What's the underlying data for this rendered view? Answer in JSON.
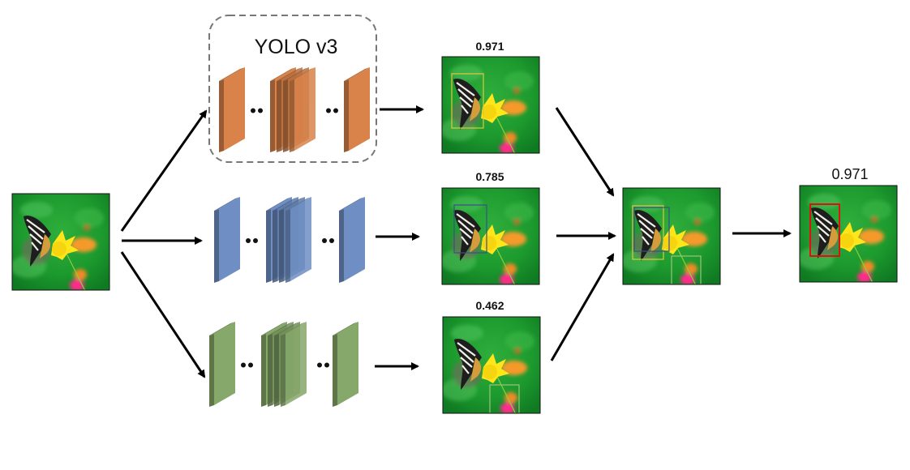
{
  "title": "YOLO v3",
  "scores": {
    "top": "0.971",
    "middle": "0.785",
    "bottom": "0.462",
    "final": "0.971"
  },
  "colors": {
    "branch_top": "#d9834a",
    "branch_middle": "#6f8fc4",
    "branch_bottom": "#86a86a",
    "box_top": "#e8c43a",
    "box_middle": "#3b4f8c",
    "box_bottom": "#9cc27a",
    "box_final": "#e01010"
  },
  "branches": [
    {
      "id": "top",
      "model": "YOLO v3",
      "score": "0.971"
    },
    {
      "id": "middle",
      "score": "0.785"
    },
    {
      "id": "bottom",
      "score": "0.462"
    }
  ]
}
